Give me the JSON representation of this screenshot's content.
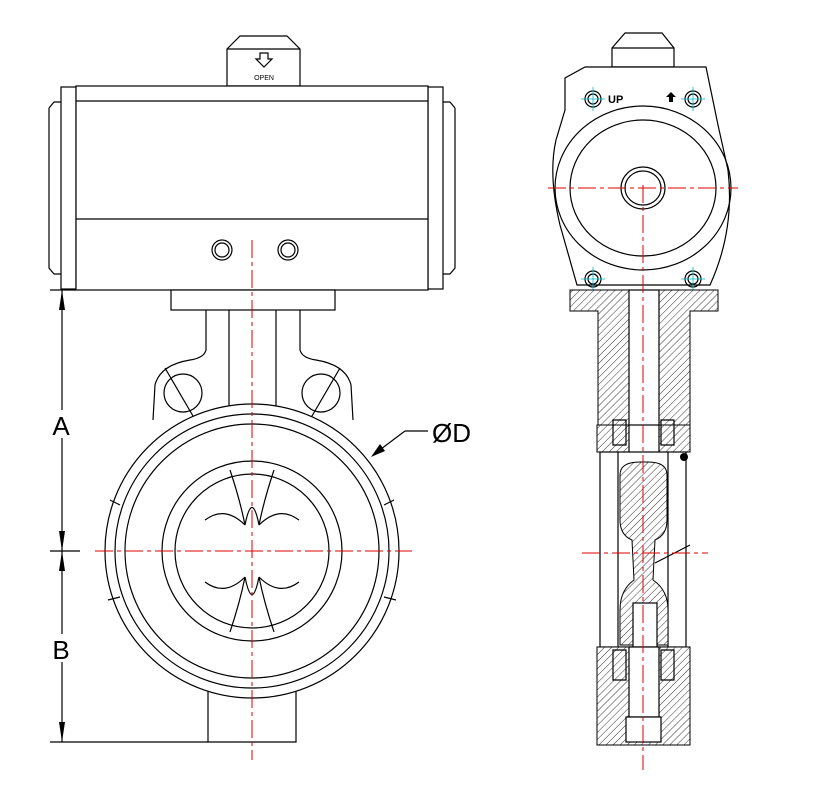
{
  "drawing": {
    "actuator_label": "OPEN",
    "side_label": "UP",
    "dimensions": {
      "a": "A",
      "b": "B",
      "diameter": "ØD"
    }
  },
  "colors": {
    "line": "#000000",
    "centerline": "#dd0000",
    "bolt": "#00bbcc"
  }
}
